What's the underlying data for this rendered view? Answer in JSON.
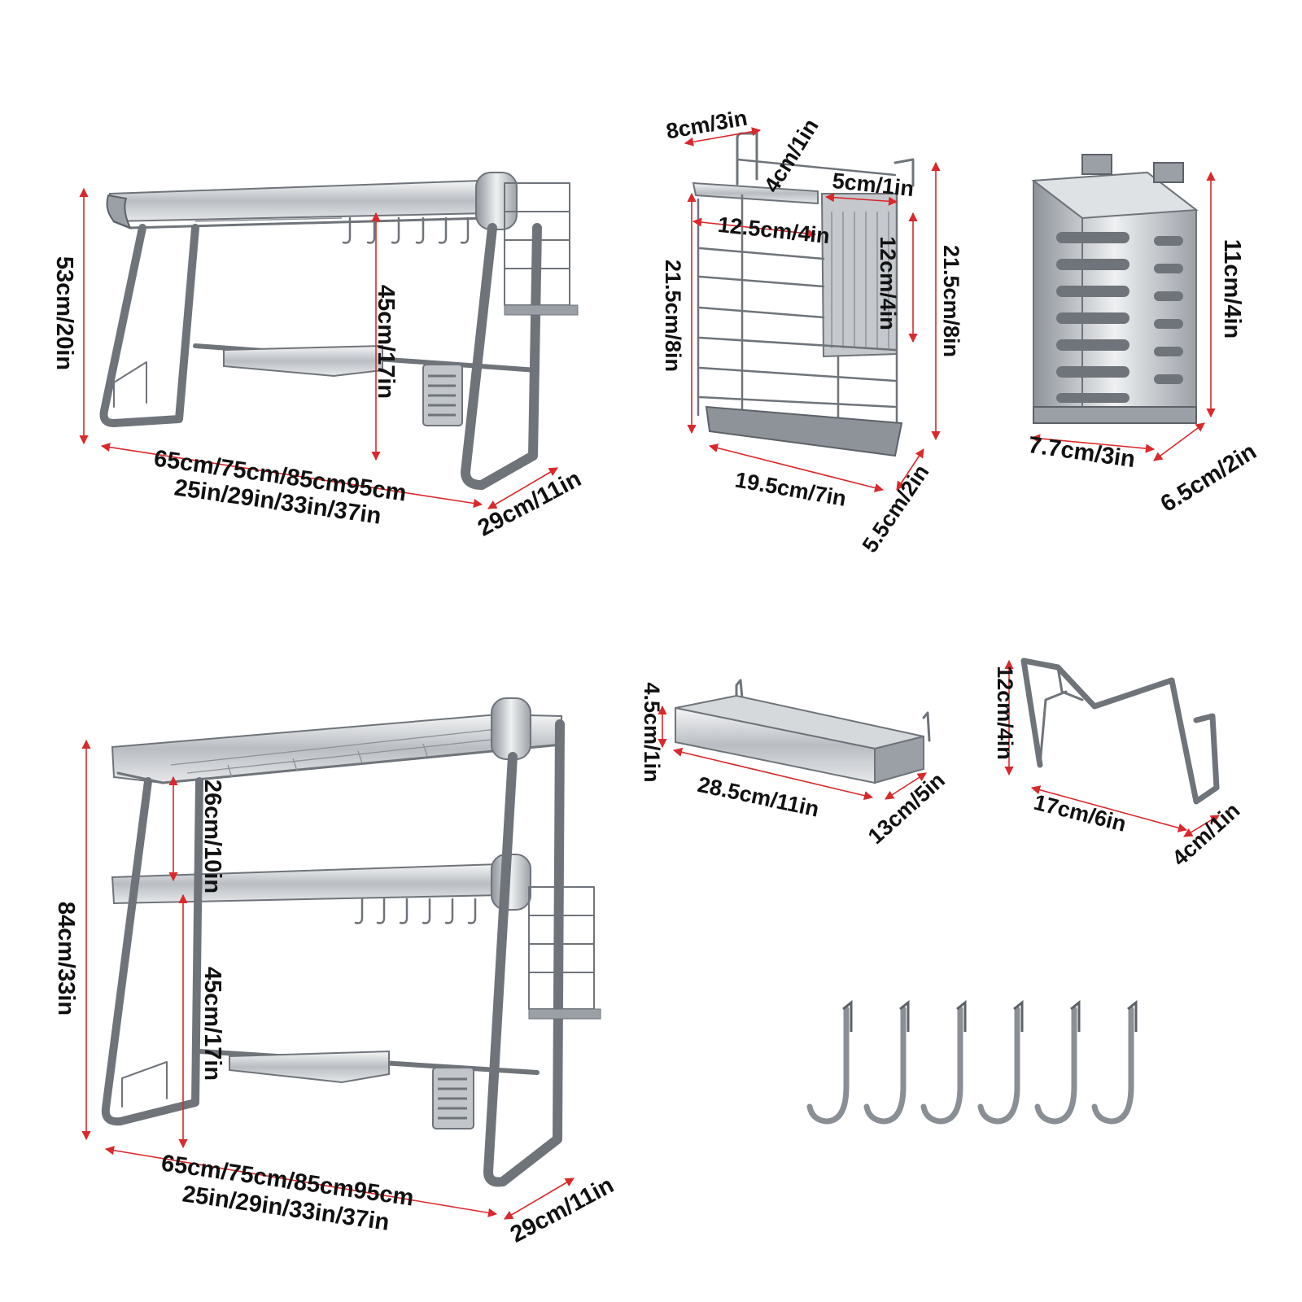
{
  "colors": {
    "dimension_line": "#d9292b",
    "steel": "#6f747a",
    "background": "#ffffff"
  },
  "single_tier_rack": {
    "height": "53cm/20in",
    "inner_height": "45cm/17in",
    "width_cm": "65cm/75cm/85cm95cm",
    "width_in": "25in/29in/33in/37in",
    "depth": "29cm/11in"
  },
  "knife_holder": {
    "hook": "8cm/3in",
    "top_depth": "4cm/1in",
    "cup_width": "5cm/1in",
    "inner_width": "12.5cm/4in",
    "cup_height": "12cm/4in",
    "left_height": "21.5cm/8in",
    "right_height": "21.5cm/8in",
    "base_width": "19.5cm/7in",
    "base_depth": "5.5cm/2in"
  },
  "utensil_cup": {
    "height": "11cm/4in",
    "width": "7.7cm/3in",
    "depth": "6.5cm/2in"
  },
  "double_tier_rack": {
    "height": "84cm/33in",
    "tier_gap": "26cm/10in",
    "inner_height": "45cm/17in",
    "width_cm": "65cm/75cm/85cm95cm",
    "width_in": "25in/29in/33in/37in",
    "depth": "29cm/11in"
  },
  "tray_shelf": {
    "height": "4.5cm/1in",
    "width": "28.5cm/11in",
    "depth": "13cm/5in"
  },
  "board_holder": {
    "height": "12cm/4in",
    "width": "17cm/6in",
    "depth": "4cm/1in"
  },
  "hooks": {
    "count": 6
  }
}
